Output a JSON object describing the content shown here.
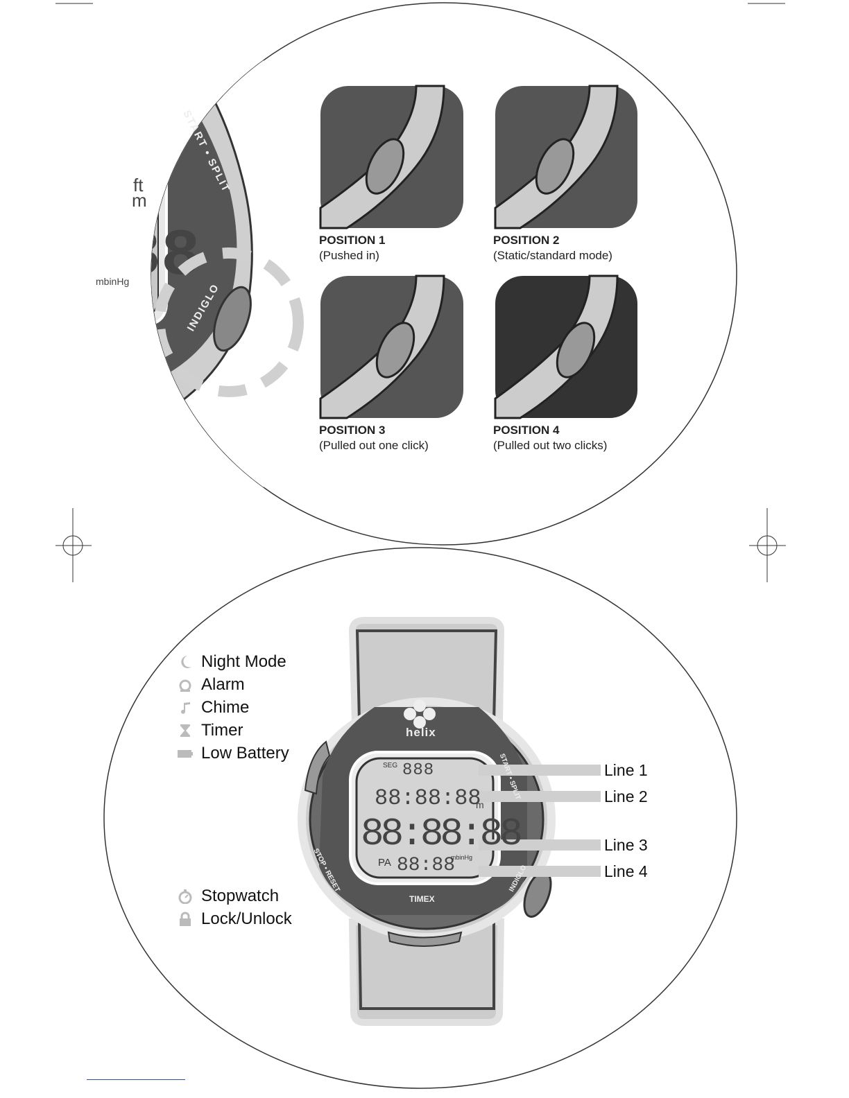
{
  "top_section": {
    "watch_labels": {
      "start_split": "START • SPLIT",
      "indiglo": "INDIGLO",
      "units_ft": "ft",
      "units_m": "m",
      "units_pressure": "mbinHg"
    },
    "positions": [
      {
        "title": "POSITION 1",
        "desc": "(Pushed in)"
      },
      {
        "title": "POSITION 2",
        "desc": "(Static/standard mode)"
      },
      {
        "title": "POSITION 3",
        "desc": "(Pulled out one click)"
      },
      {
        "title": "POSITION 4",
        "desc": "(Pulled out two clicks)"
      }
    ]
  },
  "bottom_section": {
    "legend_top": [
      {
        "label": "Night Mode",
        "icon": "moon-icon"
      },
      {
        "label": "Alarm",
        "icon": "alarm-icon"
      },
      {
        "label": "Chime",
        "icon": "music-note-icon"
      },
      {
        "label": "Timer",
        "icon": "hourglass-icon"
      },
      {
        "label": "Low Battery",
        "icon": "battery-icon"
      }
    ],
    "legend_bottom": [
      {
        "label": "Stopwatch",
        "icon": "stopwatch-icon"
      },
      {
        "label": "Lock/Unlock",
        "icon": "lock-icon"
      }
    ],
    "line_labels": [
      "Line 1",
      "Line 2",
      "Line 3",
      "Line 4"
    ],
    "watch": {
      "brand": "helix",
      "maker": "TIMEX",
      "button_start": "START • SPLIT",
      "button_stop": "STOP • RESET",
      "button_indiglo": "INDIGLO",
      "seg_label": "SEG",
      "line1_digits": "888",
      "line2_digits": "88:88:88",
      "line3_digits": "88:88:88",
      "line4_prefix": "PA",
      "line4_digits": "88:88",
      "unit_m": "m",
      "unit_pressure": "mbinHg"
    }
  }
}
